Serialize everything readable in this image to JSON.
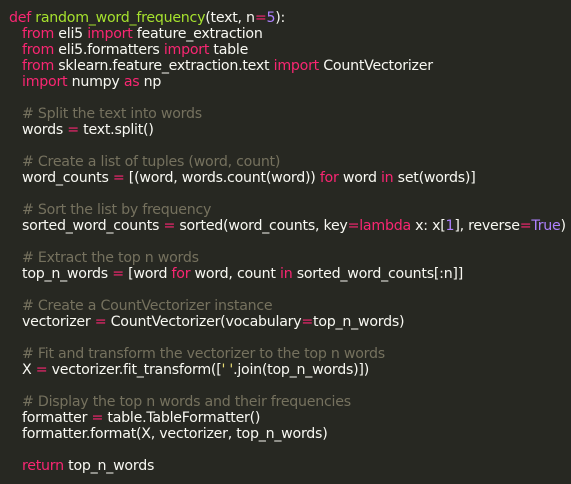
{
  "colors": {
    "background": "#272822",
    "text": "#f8f8f2",
    "keyword": "#f92672",
    "function_name": "#a6e22e",
    "number": "#ae81ff",
    "comment": "#75715e",
    "builtin": "#66d9ef",
    "string": "#e6db74"
  },
  "code": {
    "l1": {
      "kw": "def",
      "fname": "random_word_frequency",
      "a": "(text, n",
      "eq": "=",
      "num": "5",
      "b": "):"
    },
    "l2": {
      "from": "from",
      "mod": " eli5 ",
      "imp": "import",
      "name": " feature_extraction"
    },
    "l3": {
      "from": "from",
      "mod": " eli5.formatters ",
      "imp": "import",
      "name": " table"
    },
    "l4": {
      "from": "from",
      "mod": " sklearn.feature_extraction.text ",
      "imp": "import",
      "name": " CountVectorizer"
    },
    "l5": {
      "imp": "import",
      "mod": " numpy ",
      "as": "as",
      "name": " np"
    },
    "c1": "# Split the text into words",
    "l6": {
      "a": "words ",
      "eq": "=",
      "b": " text.split()"
    },
    "c2": "# Create a list of tuples (word, count)",
    "l7": {
      "a": "word_counts ",
      "eq": "=",
      "b": " [(word, words.count(word)) ",
      "for": "for",
      "c": " word ",
      "in": "in",
      "d": " set(words)]"
    },
    "c3": "# Sort the list by frequency",
    "l8": {
      "a": "sorted_word_counts ",
      "eq": "=",
      "b": " sorted(word_counts, key",
      "eq2": "=",
      "lam": "lambda",
      "c": " x: x[",
      "num": "1",
      "d": "], reverse",
      "eq3": "=",
      "tru": "True",
      "e": ")"
    },
    "c4": "# Extract the top n words",
    "l9": {
      "a": "top_n_words ",
      "eq": "=",
      "b": " [word ",
      "for": "for",
      "c": " word, count ",
      "in": "in",
      "d": " sorted_word_counts[:n]]"
    },
    "c5": "# Create a CountVectorizer instance",
    "l10": {
      "a": "vectorizer ",
      "eq": "=",
      "b": " CountVectorizer(vocabulary",
      "eq2": "=",
      "c": "top_n_words)"
    },
    "c6": "# Fit and transform the vectorizer to the top n words",
    "l11": {
      "a": "X ",
      "eq": "=",
      "b": " vectorizer.fit_transform([",
      "str": "' '",
      "c": ".join(top_n_words)])"
    },
    "c7": "# Display the top n words and their frequencies",
    "l12": {
      "a": "formatter ",
      "eq": "=",
      "b": " table.TableFormatter()"
    },
    "l13": {
      "a": "formatter.format(X, vectorizer, top_n_words)"
    },
    "l14": {
      "ret": "return",
      "a": " top_n_words"
    }
  }
}
